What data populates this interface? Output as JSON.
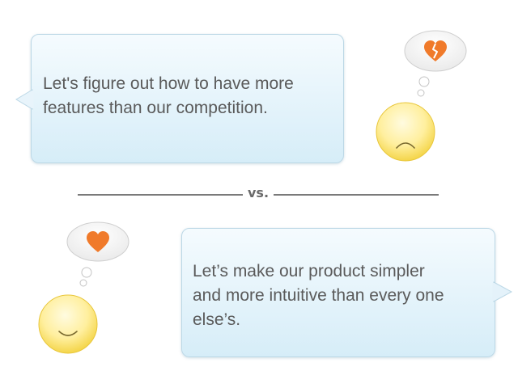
{
  "top_panel": {
    "message": "Let's figure out how to have more\nfeatures than our competition.",
    "face_mood": "frowning-face",
    "thought_icon": "broken-heart-icon"
  },
  "divider": {
    "label": "vs."
  },
  "bottom_panel": {
    "message": "Let’s make our product simpler\nand more intuitive than every one\nelse’s.",
    "face_mood": "smiling-face",
    "thought_icon": "heart-icon"
  },
  "colors": {
    "bubble_border": "#bcd8e6",
    "bubble_fill_top": "#f5fbfe",
    "bubble_fill_bottom": "#d6edf8",
    "text": "#5a5a5a",
    "heart": "#f07a2a",
    "face": "#ffe98a",
    "divider": "#7a7a7a"
  }
}
